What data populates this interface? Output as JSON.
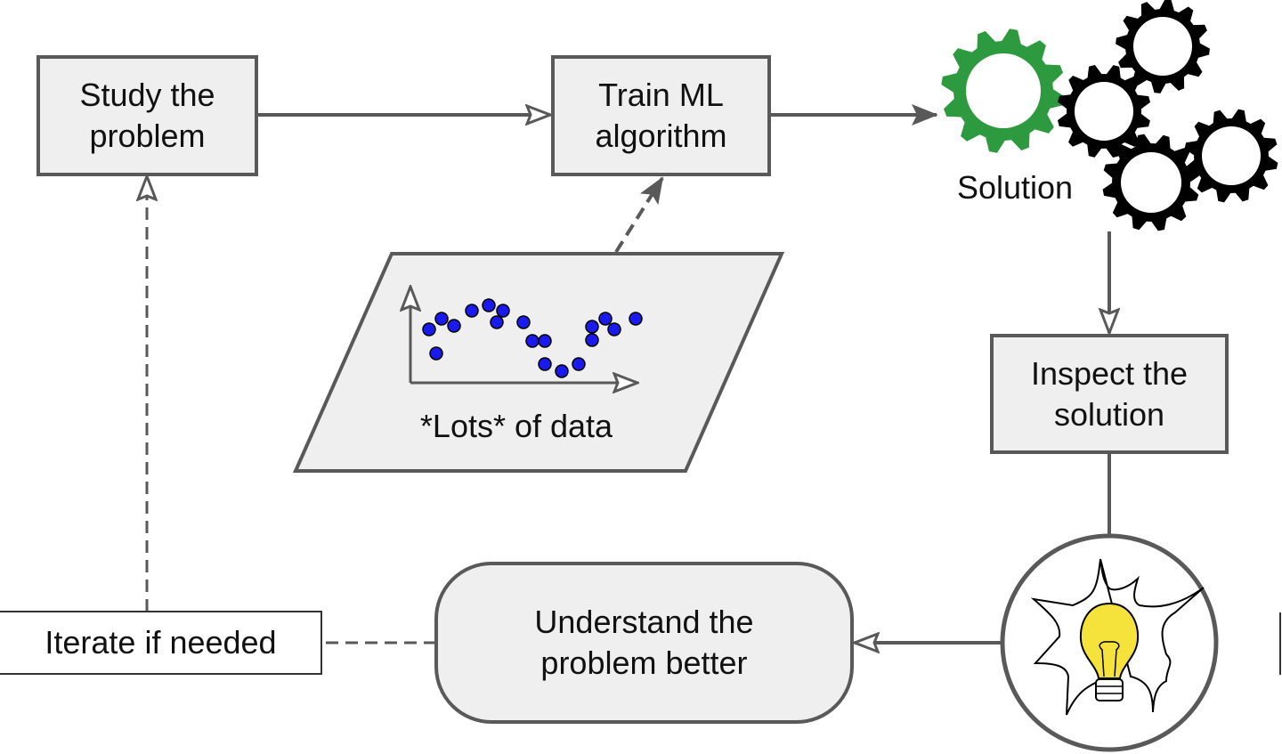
{
  "nodes": {
    "study": "Study the\nproblem",
    "train": "Train ML\nalgorithm",
    "solution": "Solution",
    "inspect": "Inspect the\nsolution",
    "understand": "Understand the\nproblem better",
    "iterate": "Iterate if needed",
    "data": "*Lots* of data"
  },
  "colors": {
    "box_fill": "#efefef",
    "stroke": "#595959",
    "green_gear": "#2e9a3f",
    "black_gear": "#000000",
    "data_point": "#1a1aee",
    "bulb": "#f5e23a"
  },
  "icons": [
    "gears-icon",
    "lightbulb-icon",
    "scatter-plot-icon"
  ]
}
